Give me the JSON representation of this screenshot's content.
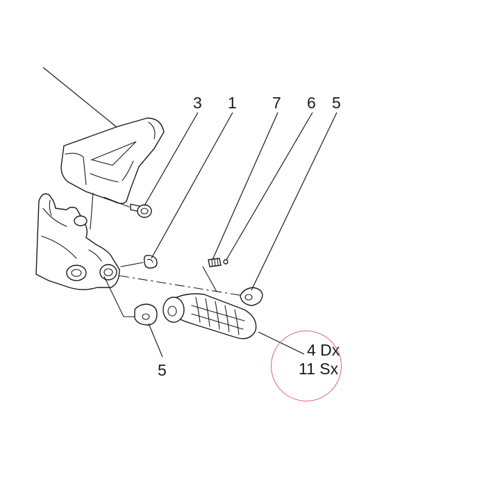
{
  "callouts": {
    "c3": "3",
    "c1": "1",
    "c7": "7",
    "c6": "6",
    "c5_top": "5",
    "c5_bottom": "5",
    "c4_dx": "4 Dx",
    "c11_sx": "11 Sx"
  },
  "colors": {
    "ink": "#1a1a1a",
    "highlight_circle": "#e0636a",
    "background": "#ffffff"
  }
}
